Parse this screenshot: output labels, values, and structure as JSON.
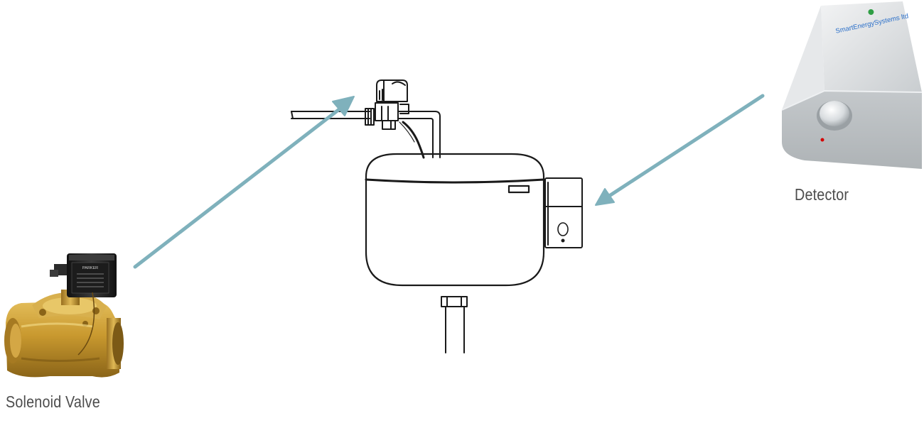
{
  "diagram": {
    "labels": {
      "detector": "Detector",
      "solenoid_valve": "Solenoid Valve"
    },
    "device_logo_text": "SmartEnergySystems ltd",
    "valve_coil_brand": "PARKER",
    "colors": {
      "arrow": "#7fb1bc",
      "line_drawing": "#1a1a1a",
      "label_text": "#4d4d4d",
      "brass": "#c9992f",
      "coil": "#222222",
      "detector_body": "#d7dadc",
      "indicator_led": "#d40000",
      "logo_green": "#2f9e44",
      "logo_blue": "#2a6fc9"
    },
    "icons": [
      "arrow-right-icon",
      "arrow-left-icon"
    ]
  }
}
